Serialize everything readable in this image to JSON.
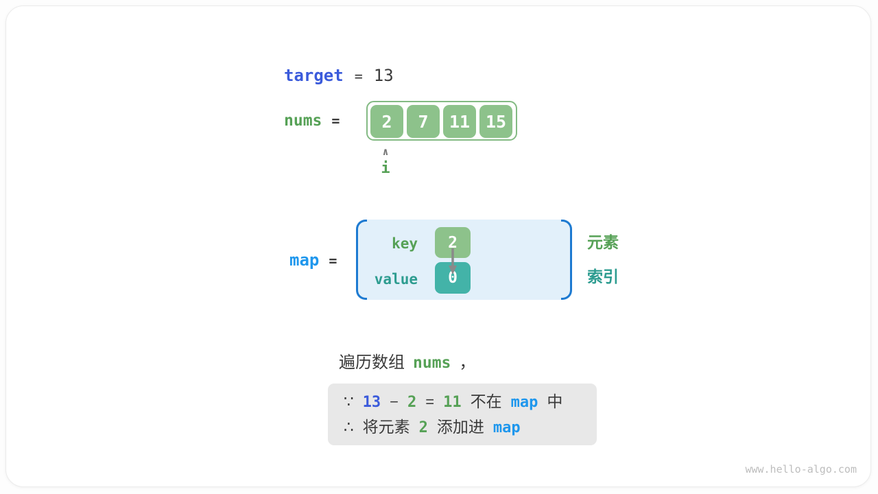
{
  "colors": {
    "royal_blue": "#3b5bdb",
    "azure_blue": "#1f97ed",
    "bracket_blue": "#1d7ad1",
    "green_text": "#56a156",
    "green_box": "#8dc28b",
    "array_border": "#83ba83",
    "teal_text": "#2d9c90",
    "teal_box": "#43b3a8",
    "map_fill": "#e2f0fa",
    "dark_text": "#3b3b3b",
    "note_bg": "#e8e8e8"
  },
  "target_line": {
    "label": "target",
    "equals": "=",
    "value": "13"
  },
  "nums_line": {
    "label": "nums",
    "equals": "="
  },
  "array": {
    "cells": [
      "2",
      "7",
      "11",
      "15"
    ],
    "pointer_symbol": "∧",
    "pointer_label": "i"
  },
  "map_line": {
    "label": "map",
    "equals": "="
  },
  "map_box": {
    "key_label": "key",
    "key_value": "2",
    "value_label": "value",
    "value_value": "0"
  },
  "side_labels": {
    "element": "元素",
    "index": "索引"
  },
  "caption": {
    "prefix": "遍历数组",
    "code": "nums",
    "comma": "，"
  },
  "note": {
    "line1": [
      "∵",
      "13",
      "−",
      "2",
      "=",
      "11",
      "不在",
      "map",
      "中"
    ],
    "line2": [
      "∴",
      "将元素",
      "2",
      "添加进",
      "map"
    ]
  },
  "watermark": "www.hello-algo.com"
}
